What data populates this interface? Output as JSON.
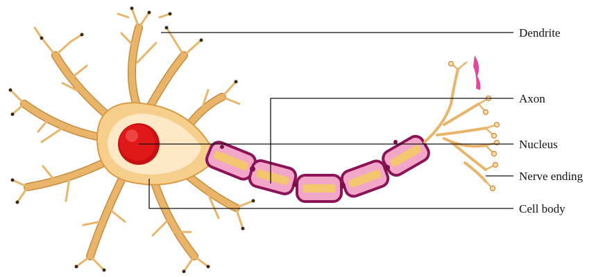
{
  "labels": {
    "dendrite": "Dendrite",
    "axon": "Axon",
    "nucleus": "Nucleus",
    "nerve_ending": "Nerve ending",
    "cell_body": "Cell body"
  },
  "colors": {
    "cell_body": "#fbe3b8",
    "dendrite": "#e8b56a",
    "nucleus": "#e01818",
    "myelin_sheath": "#f2a7c8",
    "myelin_outline": "#8a1457",
    "axon_core": "#f4c66f",
    "terminal": "#e0489a"
  }
}
